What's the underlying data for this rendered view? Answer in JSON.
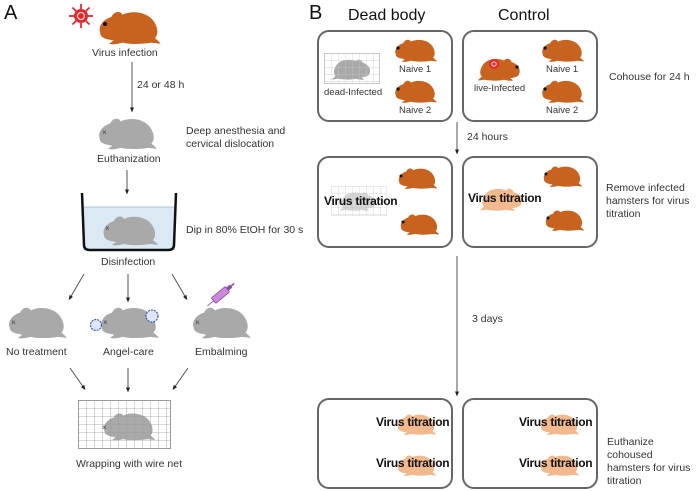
{
  "colors": {
    "live_hamster": "#c8621f",
    "dead_hamster": "#a9a9a9",
    "ghost_hamster": "#f2b98f",
    "virus": "#e8282b",
    "ethanol": "#dbe9f5",
    "syringe": "#c98ad8",
    "angel_care_cotton": "#3b5fbf",
    "box_border": "#666666"
  },
  "panel_a": {
    "label": "A",
    "steps": [
      {
        "caption": "Virus infection"
      },
      {
        "arrow_label": "24 or 48 h"
      },
      {
        "caption": "Euthanization",
        "note": "Deep anesthesia and cervical dislocation"
      },
      {
        "caption": "Disinfection",
        "note": "Dip in 80% EtOH for 30 s"
      }
    ],
    "note_euth_line1": "Deep anesthesia and",
    "note_euth_line2": "cervical dislocation",
    "treatments": [
      "No treatment",
      "Angel-care",
      "Embalming"
    ],
    "final_caption": "Wrapping with wire net"
  },
  "panel_b": {
    "label": "B",
    "columns": [
      "Dead body",
      "Control"
    ],
    "row1": {
      "dead_infected_label": "dead-Infected",
      "live_infected_label": "live-Infected",
      "naive1": "Naive 1",
      "naive2": "Naive 2",
      "note": "Cohouse for 24 h"
    },
    "arrow1_label": "24 hours",
    "row2": {
      "virus_titration": "Virus titration",
      "note_lines": [
        "Remove infected",
        "hamsters for virus",
        "titration"
      ]
    },
    "arrow2_label": "3 days",
    "row3": {
      "virus_titration": "Virus titration",
      "note_lines": [
        "Euthanize cohoused",
        "hamsters for virus",
        "titration"
      ]
    }
  }
}
